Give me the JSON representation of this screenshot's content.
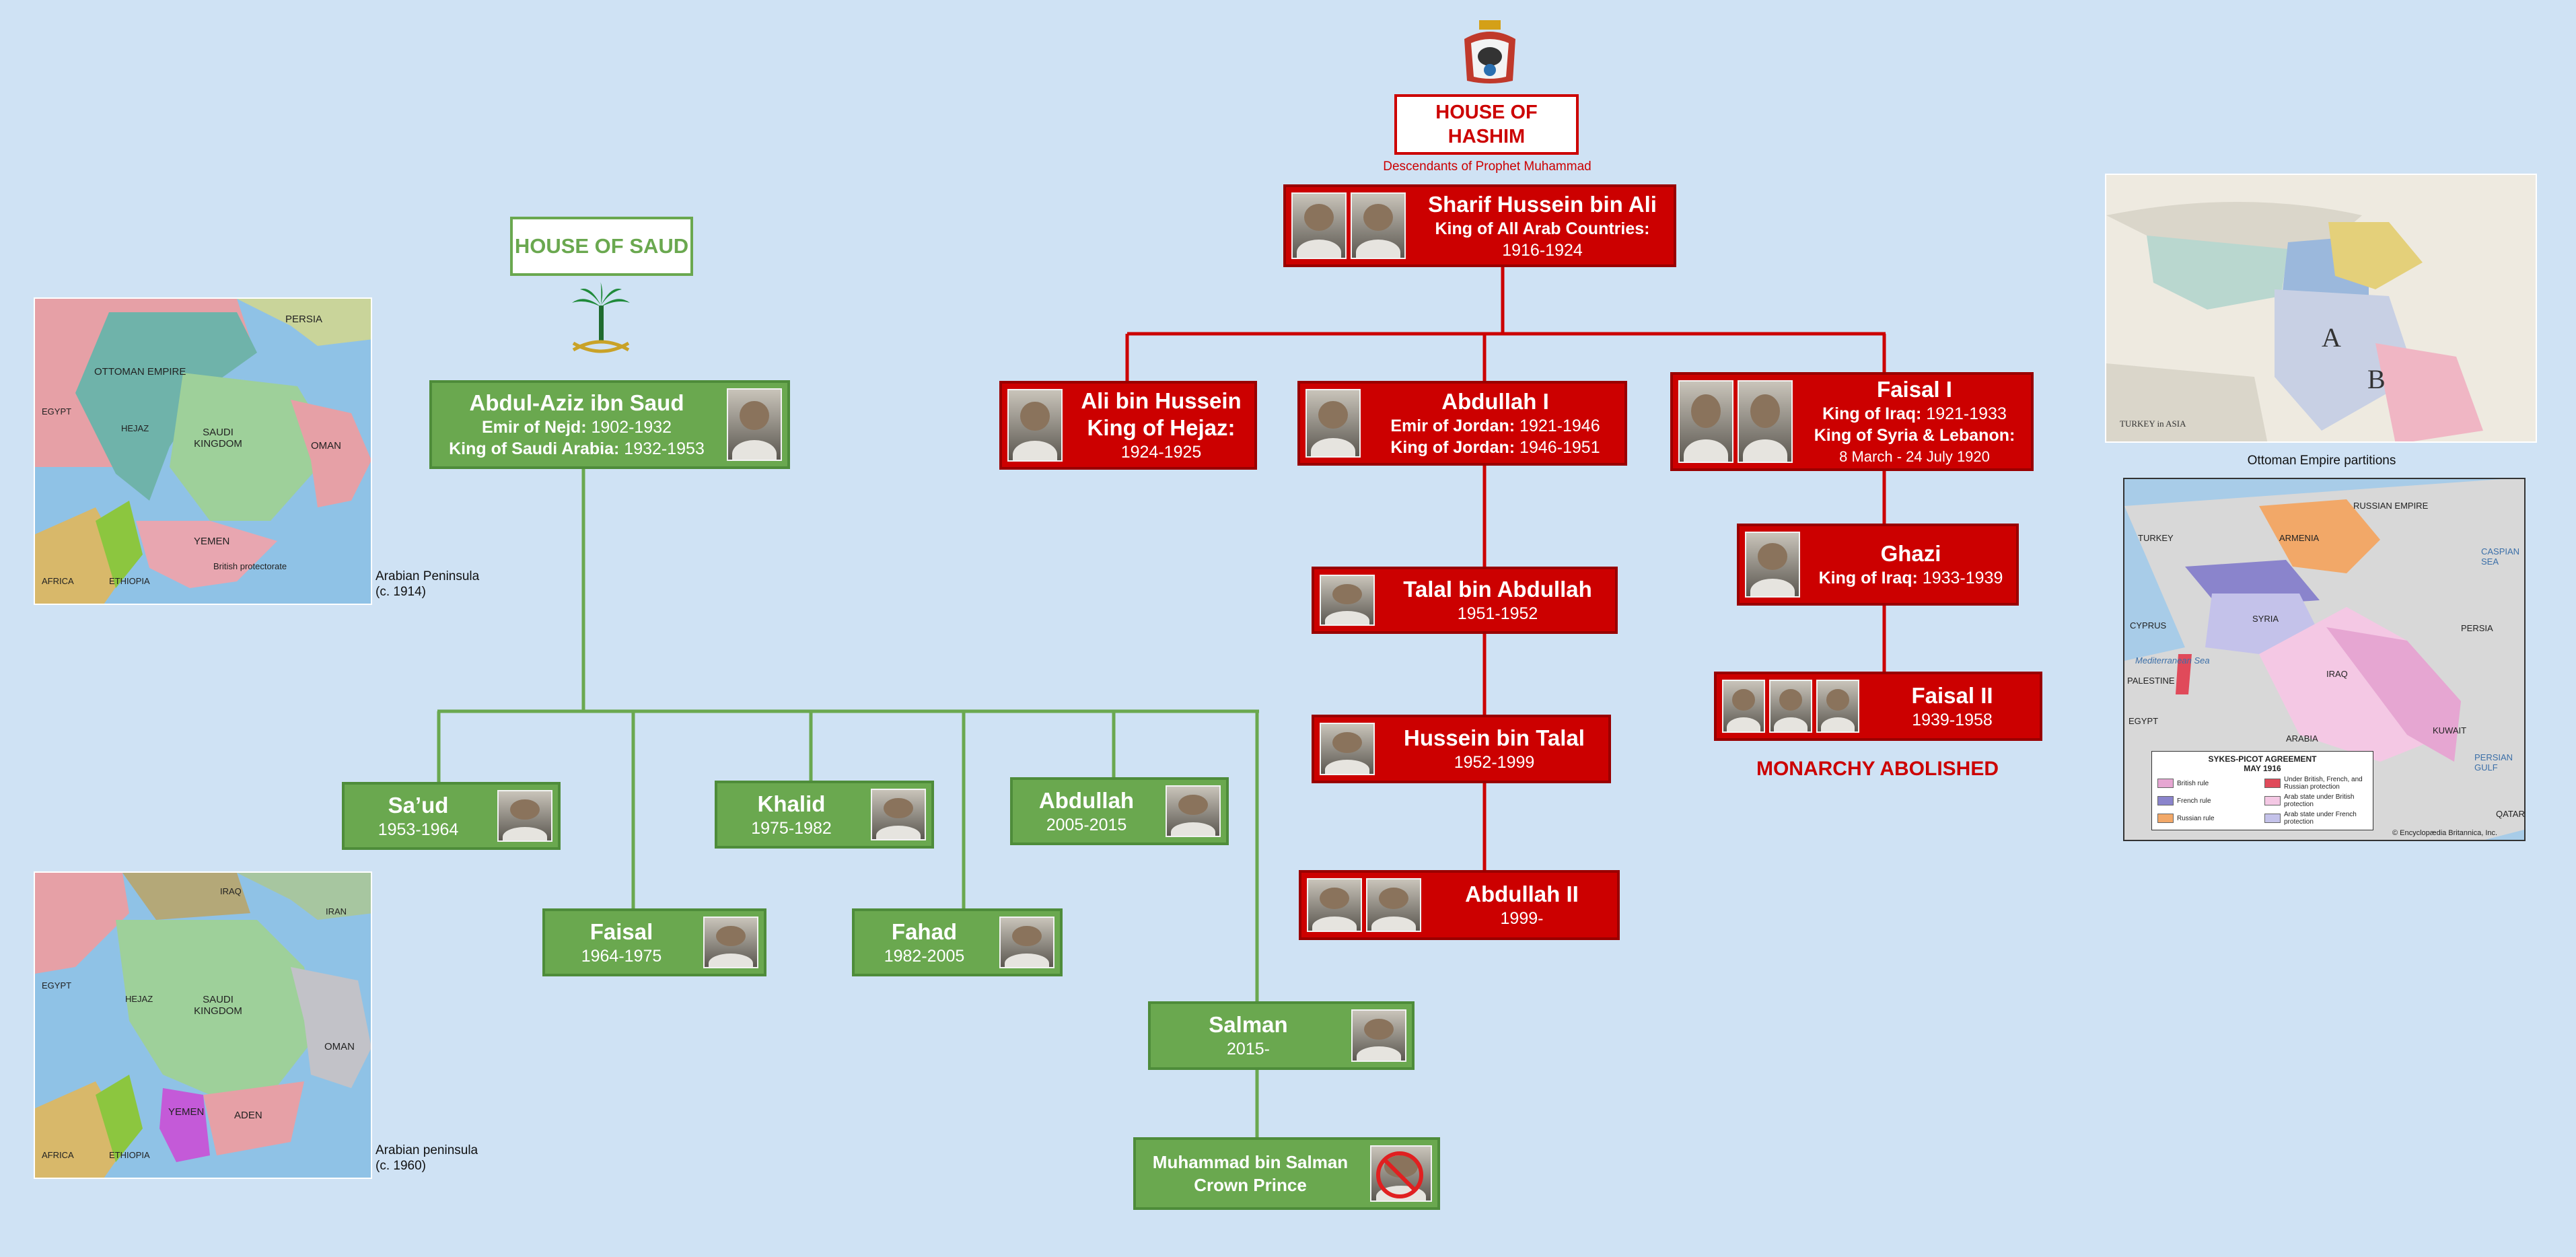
{
  "hashim": {
    "title": "HOUSE OF HASHIM",
    "subtitle": "Descendants of Prophet Muhammad",
    "abolished": "MONARCHY ABOLISHED",
    "sharif": {
      "name": "Sharif Hussein bin Ali",
      "line1": "King of All Arab Countries:",
      "line2": "1916-1924"
    },
    "ali": {
      "name": "Ali bin Hussein",
      "line1": "King of Hejaz:",
      "line2": "1924-1925"
    },
    "abdullah1": {
      "name": "Abdullah I",
      "l1a": "Emir of Jordan:",
      "l1b": " 1921-1946",
      "l2a": "King of Jordan:",
      "l2b": " 1946-1951"
    },
    "faisal1": {
      "name": "Faisal I",
      "l1a": "King of Iraq:",
      "l1b": " 1921-1933",
      "l2a": "King of Syria & Lebanon:",
      "line3": "8 March - 24 July 1920"
    },
    "talal": {
      "name": "Talal bin Abdullah",
      "line1": "1951-1952"
    },
    "ghazi": {
      "name": "Ghazi",
      "l1a": "King of Iraq:",
      "l1b": " 1933-1939"
    },
    "hussein": {
      "name": "Hussein bin Talal",
      "line1": "1952-1999"
    },
    "faisal2": {
      "name": "Faisal II",
      "line1": "1939-1958"
    },
    "abdullah2": {
      "name": "Abdullah II",
      "line1": "1999-"
    }
  },
  "saud": {
    "title": "HOUSE OF SAUD",
    "abdulaziz": {
      "name": "Abdul-Aziz ibn Saud",
      "l1a": "Emir of Nejd:",
      "l1b": " 1902-1932",
      "l2a": "King of Saudi Arabia:",
      "l2b": " 1932-1953"
    },
    "saud": {
      "name": "Sa’ud",
      "line1": "1953-1964"
    },
    "faisal": {
      "name": "Faisal",
      "line1": "1964-1975"
    },
    "khalid": {
      "name": "Khalid",
      "line1": "1975-1982"
    },
    "fahad": {
      "name": "Fahad",
      "line1": "1982-2005"
    },
    "abdullah": {
      "name": "Abdullah",
      "line1": "2005-2015"
    },
    "salman": {
      "name": "Salman",
      "line1": "2015-"
    },
    "mbs": {
      "name": "Muhammad bin Salman",
      "line1": "Crown Prince"
    }
  },
  "maps": {
    "arabia1914": {
      "caption1": "Arabian Peninsula",
      "caption2": "(c. 1914)",
      "labels": [
        "OTTOMAN EMPIRE",
        "SAUDI KINGDOM",
        "PERSIA",
        "YEMEN",
        "OMAN",
        "EGYPT",
        "HEJAZ",
        "AFRICA",
        "ETHIOPIA",
        "British protectorate"
      ]
    },
    "arabia1960": {
      "caption1": "Arabian peninsula",
      "caption2": "(c. 1960)",
      "labels": [
        "SAUDI KINGDOM",
        "IRAQ",
        "IRAN",
        "YEMEN",
        "ADEN",
        "OMAN",
        "EGYPT",
        "HEJAZ",
        "AFRICA",
        "ETHIOPIA"
      ]
    },
    "ottoman": {
      "caption": "Ottoman Empire partitions",
      "labels": [
        "A",
        "B",
        "TURKEY in ASIA"
      ]
    },
    "sykes": {
      "labels": [
        "TURKEY",
        "ARMENIA",
        "RUSSIAN EMPIRE",
        "SYRIA",
        "IRAQ",
        "PERSIA",
        "ARABIA",
        "EGYPT",
        "KUWAIT",
        "QATAR",
        "CYPRUS",
        "PALESTINE",
        "CASPIAN SEA",
        "Mediterranean Sea",
        "PERSIAN GULF"
      ],
      "legend_title": "SYKES-PICOT AGREEMENT",
      "legend_date": "MAY 1916",
      "legend": [
        "British rule",
        "French rule",
        "Russian rule",
        "Under British, French, and Russian protection",
        "Arab state under British protection",
        "Arab state under French protection"
      ],
      "legend_colors": [
        "#e6a6d2",
        "#8a84cc",
        "#f2a868",
        "#e04a5a",
        "#f4c8e4",
        "#c4c2ea"
      ],
      "credit": "© Encyclopædia Britannica, Inc."
    }
  }
}
